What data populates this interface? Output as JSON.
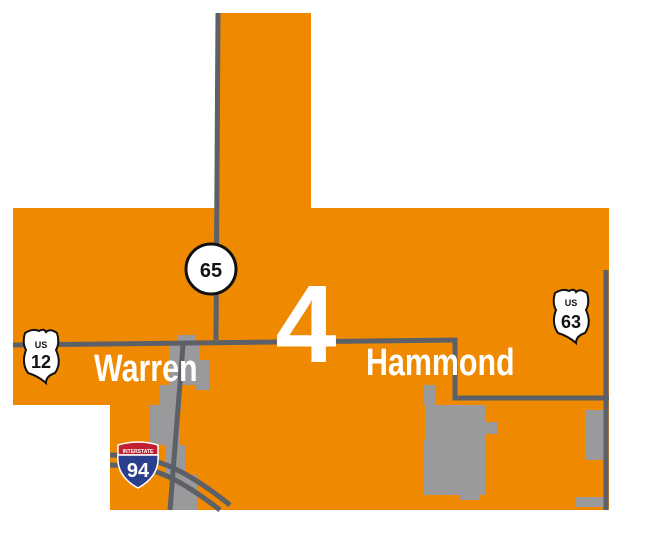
{
  "map": {
    "district_number": "4",
    "colors": {
      "district_fill": "#EF8A00",
      "road": "#5E6067",
      "urban_area": "#9A9A9C",
      "label": "#FFFFFF",
      "interstate_blue": "#2B3F8F",
      "interstate_red": "#C0202F"
    },
    "cities": [
      {
        "name": "Warren"
      },
      {
        "name": "Hammond"
      }
    ],
    "shields": {
      "us12": {
        "type": "US",
        "top": "US",
        "number": "12"
      },
      "us63": {
        "type": "US",
        "top": "US",
        "number": "63"
      },
      "state65": {
        "type": "state",
        "number": "65"
      },
      "i94": {
        "type": "Interstate",
        "top": "INTERSTATE",
        "number": "94"
      }
    }
  }
}
